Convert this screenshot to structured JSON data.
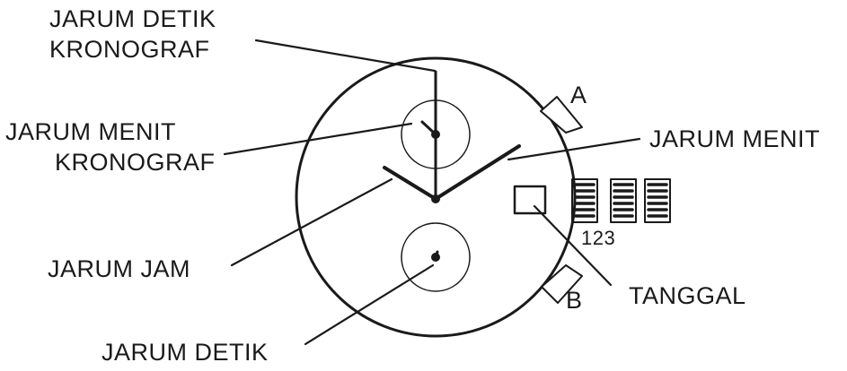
{
  "labels": {
    "chrono_second_hand": [
      "JARUM DETIK",
      "KRONOGRAF"
    ],
    "chrono_minute_hand": [
      "JARUM MENIT",
      "KRONOGRAF"
    ],
    "minute_hand": "JARUM MENIT",
    "hour_hand": "JARUM JAM",
    "second_hand": "JARUM DETIK",
    "date": "TANGGAL",
    "button_a": "A",
    "button_b": "B",
    "crown_positions": "123"
  },
  "colors": {
    "ink": "#1a1a1a",
    "background": "#ffffff"
  }
}
